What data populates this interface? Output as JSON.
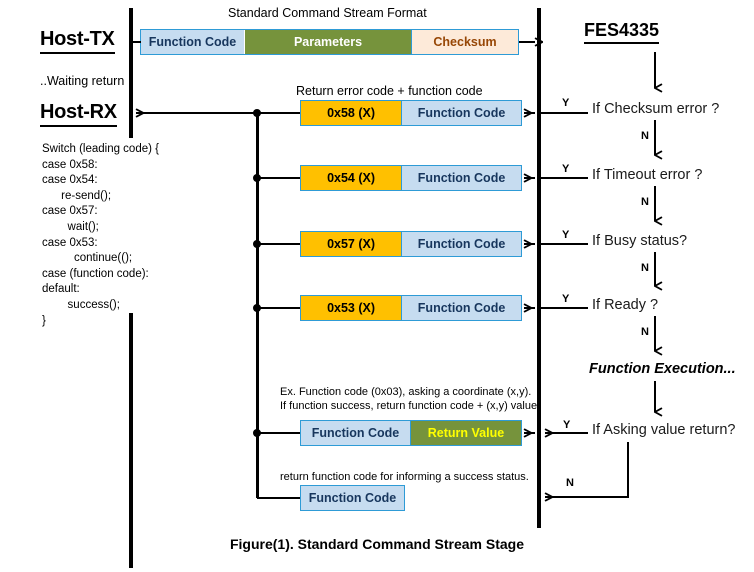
{
  "figure": {
    "caption": "Figure(1). Standard Command Stream Stage"
  },
  "left_column": {
    "host_tx_label": "Host-TX",
    "waiting_text": "..Waiting return",
    "host_rx_label": "Host-RX",
    "code_block": "Switch (leading code) {\ncase 0x58:\ncase 0x54:\n      re-send();\ncase 0x57:\n        wait();\ncase 0x53:\n          continue(();\ncase (function code):\ndefault:\n        success();\n}"
  },
  "right_column": {
    "device_label": "FES4335",
    "decisions": [
      {
        "text": "If Checksum error ?",
        "yes": "Y",
        "no": "N"
      },
      {
        "text": "If Timeout error ?",
        "yes": "Y",
        "no": "N"
      },
      {
        "text": "If Busy status?",
        "yes": "Y",
        "no": "N"
      },
      {
        "text": "If Ready ?",
        "yes": "Y",
        "no": "N"
      },
      {
        "text": "If Asking value return?",
        "yes": "Y",
        "no": "N"
      }
    ],
    "function_execution": "Function Execution..."
  },
  "command_stream": {
    "title": "Standard Command Stream Format",
    "segments": [
      {
        "label": "Function Code",
        "color": "#c6dcf0"
      },
      {
        "label": "Parameters",
        "color": "#76933c"
      },
      {
        "label": "Checksum",
        "color": "#fdead9"
      }
    ]
  },
  "messages": {
    "error_caption": "Return error code + function code",
    "rows": [
      {
        "code": "0x58 (X)",
        "second": "Function Code"
      },
      {
        "code": "0x54 (X)",
        "second": "Function Code"
      },
      {
        "code": "0x57 (X)",
        "second": "Function Code"
      },
      {
        "code": "0x53 (X)",
        "second": "Function Code"
      }
    ],
    "value_note_line1": "Ex. Function code (0x03), asking a coordinate (x,y).",
    "value_note_line2": "If function success, return function code + (x,y) value.",
    "value_row": {
      "first": "Function Code",
      "second": "Return Value"
    },
    "success_note": "return function code for informing a success status.",
    "success_row": {
      "first": "Function Code"
    }
  },
  "colors": {
    "box_border": "#2e9bd6",
    "blue_fill": "#c6dcf0",
    "orange_fill": "#ffc000",
    "green_fill": "#76933c",
    "cream_fill": "#fdead9",
    "line": "#000000"
  }
}
